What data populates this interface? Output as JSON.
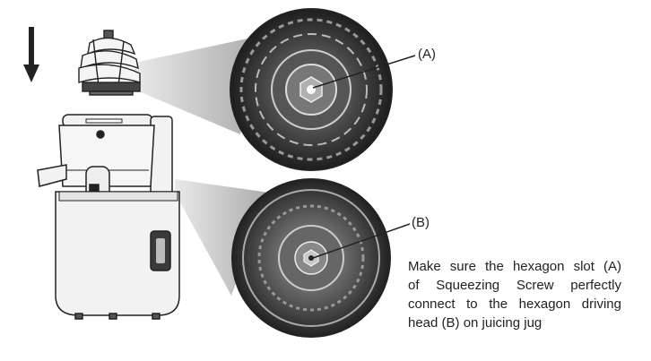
{
  "callouts": {
    "a": "(A)",
    "b": "(B)"
  },
  "instruction": {
    "lines": [
      "Make sure the hexagon slot  (A)",
      "of  Squeezing  Screw  perfectly",
      "connect to the hexagon driving",
      "head (B) on juicing jug"
    ]
  },
  "colors": {
    "line": "#222222",
    "body": "#f2f2f2",
    "zoom_dark": "#3a3a3a"
  },
  "icons": [
    "down-arrow-icon"
  ]
}
